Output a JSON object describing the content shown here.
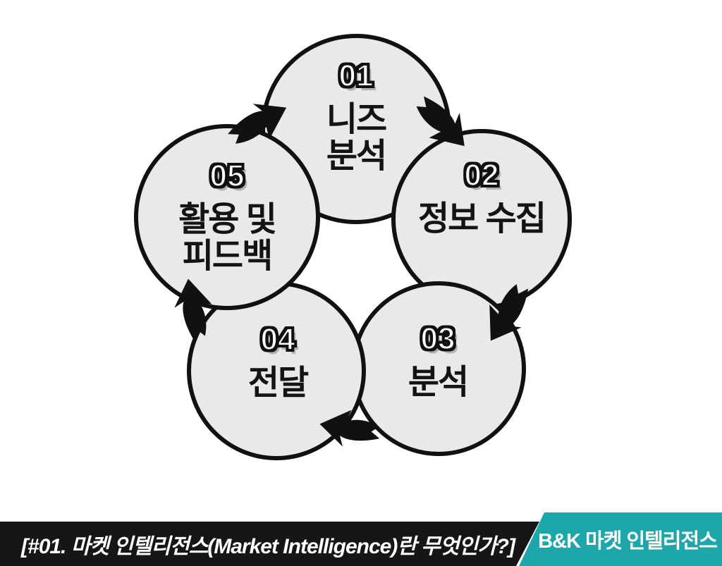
{
  "diagram": {
    "description": "5-step market intelligence cycle",
    "steps": [
      {
        "number": "01",
        "label": "니즈\n분석"
      },
      {
        "number": "02",
        "label": "정보 수집"
      },
      {
        "number": "03",
        "label": "분석"
      },
      {
        "number": "04",
        "label": "전달"
      },
      {
        "number": "05",
        "label": "활용 및\n피드백"
      }
    ]
  },
  "footer": {
    "caption": "[#01. 마켓 인텔리전스(Market Intelligence)란 무엇인가?]",
    "brand": "B&K 마켓 인텔리전스"
  },
  "colors": {
    "background": "#ffffff",
    "circle_fill": "#e9e9e9",
    "outline": "#111111",
    "footer_bar": "#161616",
    "brand_teal": "#1ea7ab"
  }
}
